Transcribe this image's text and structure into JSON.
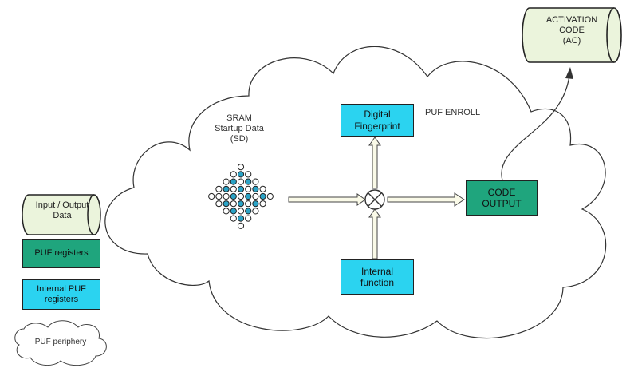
{
  "diagram": {
    "sram": {
      "line1": "SRAM",
      "line2": "Startup Data",
      "line3": "(SD)"
    },
    "enroll_label": "PUF ENROLL",
    "digital_fingerprint": {
      "line1": "Digital",
      "line2": "Fingerprint"
    },
    "internal_function": {
      "line1": "Internal",
      "line2": "function"
    },
    "code_output": {
      "line1": "CODE",
      "line2": "OUTPUT"
    },
    "activation_code": {
      "line1": "ACTIVATION",
      "line2": "CODE",
      "line3": "(AC)"
    }
  },
  "legend": {
    "io_data": {
      "line1": "Input / Output",
      "line2": "Data"
    },
    "puf_registers": "PUF registers",
    "internal_puf_registers": {
      "line1": "Internal PUF",
      "line2": "registers"
    },
    "puf_periphery": "PUF periphery"
  },
  "colors": {
    "cyan_box": "#2bd3f0",
    "green_box": "#1fa57d",
    "cylinder": "#ebf4dc",
    "dot_filled": "#2aa3c6",
    "arrow_fill": "#fafae8"
  }
}
